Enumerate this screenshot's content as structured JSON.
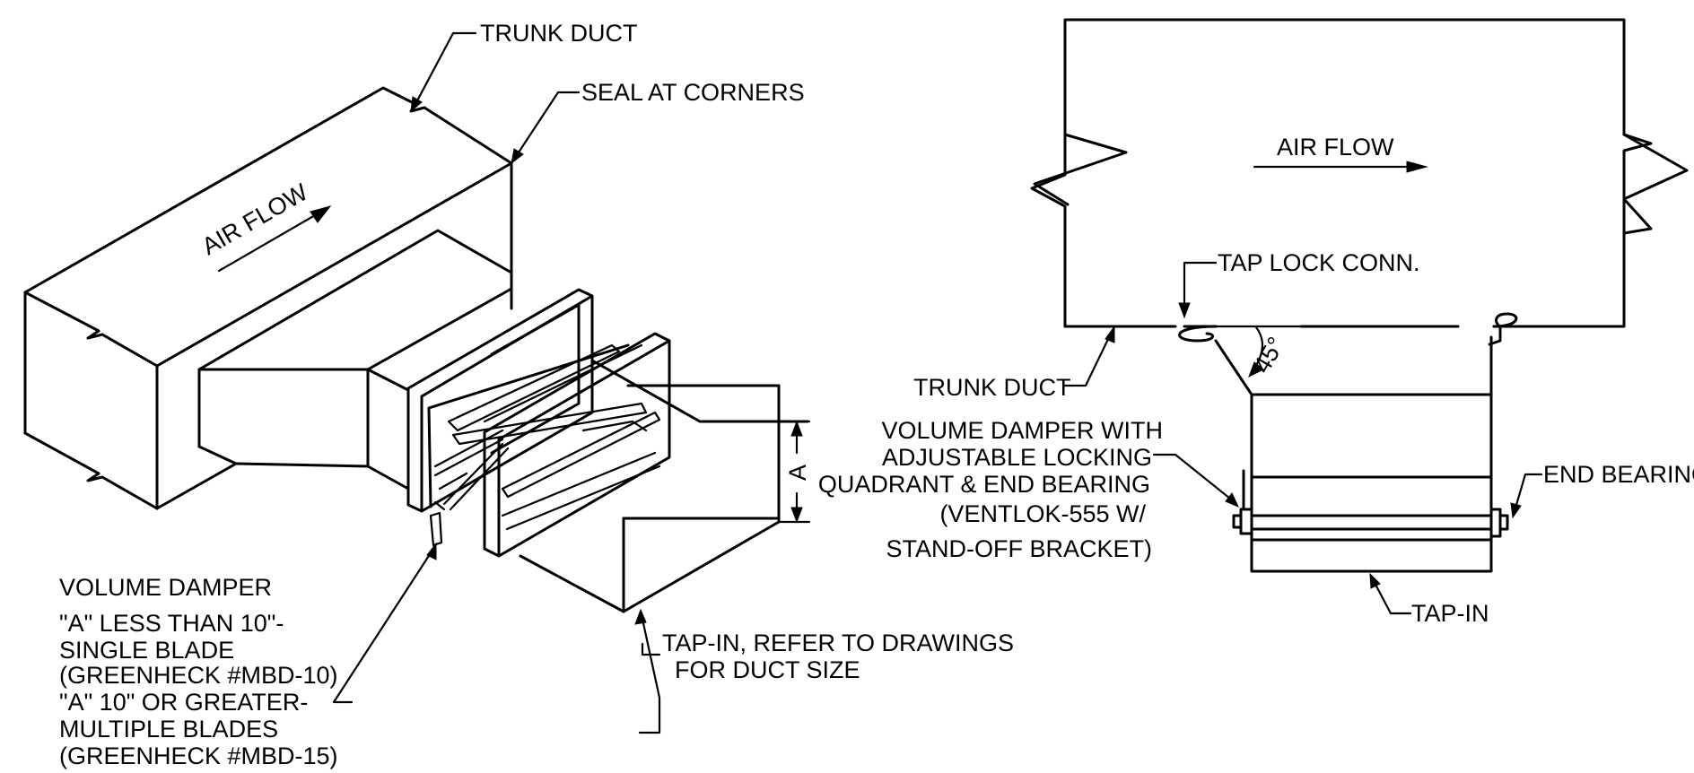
{
  "left_detail": {
    "trunk_duct": "TRUNK DUCT",
    "seal_at_corners": "SEAL AT CORNERS",
    "air_flow": "AIR FLOW",
    "dimension_a": "A",
    "volume_damper_lines": [
      "VOLUME DAMPER",
      "\"A\" LESS THAN 10\"-",
      "SINGLE BLADE",
      "(GREENHECK #MBD-10)",
      "\"A\" 10\" OR GREATER-",
      "MULTIPLE BLADES",
      "(GREENHECK #MBD-15)"
    ],
    "tap_in_lines": [
      "TAP-IN, REFER TO DRAWINGS",
      "FOR DUCT SIZE"
    ]
  },
  "right_detail": {
    "air_flow": "AIR FLOW",
    "tap_lock_conn": "TAP LOCK CONN.",
    "angle": "45°",
    "trunk_duct": "TRUNK DUCT",
    "volume_damper_lines": [
      "VOLUME DAMPER WITH",
      "ADJUSTABLE LOCKING",
      "QUADRANT & END BEARING",
      "(VENTLOK-555 W/",
      "STAND-OFF BRACKET)"
    ],
    "end_bearing": "END BEARING",
    "tap_in": "TAP-IN"
  }
}
